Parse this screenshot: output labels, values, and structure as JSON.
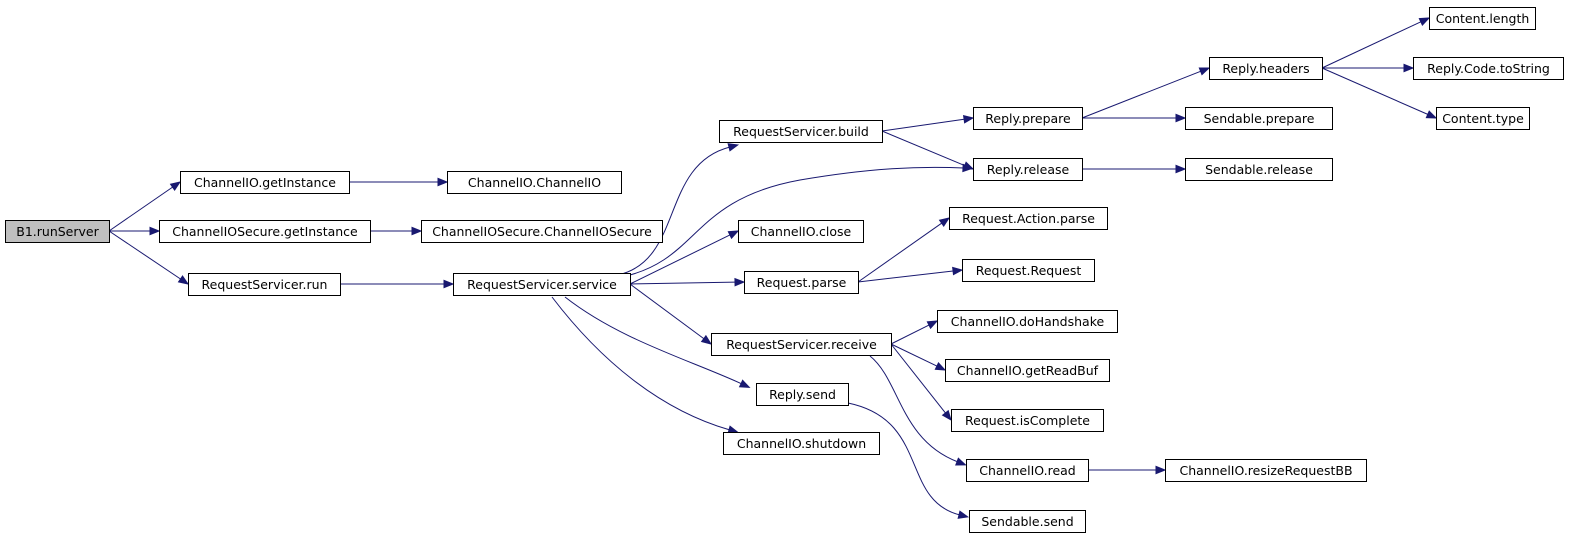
{
  "colors": {
    "edge": "#191970",
    "root_fill": "#bfbfbf",
    "node_fill": "#ffffff",
    "node_border": "#000000"
  },
  "root": "runServer",
  "nodes": [
    {
      "id": "runServer",
      "label": "B1.runServer"
    },
    {
      "id": "cioGetInstance",
      "label": "ChannelIO.getInstance"
    },
    {
      "id": "ciosGetInstance",
      "label": "ChannelIOSecure.getInstance"
    },
    {
      "id": "rsRun",
      "label": "RequestServicer.run"
    },
    {
      "id": "cioCtor",
      "label": "ChannelIO.ChannelIO"
    },
    {
      "id": "ciosCtor",
      "label": "ChannelIOSecure.ChannelIOSecure"
    },
    {
      "id": "rsService",
      "label": "RequestServicer.service"
    },
    {
      "id": "rsBuild",
      "label": "RequestServicer.build"
    },
    {
      "id": "cioClose",
      "label": "ChannelIO.close"
    },
    {
      "id": "reqParse",
      "label": "Request.parse"
    },
    {
      "id": "rsReceive",
      "label": "RequestServicer.receive"
    },
    {
      "id": "replySend",
      "label": "Reply.send"
    },
    {
      "id": "cioShutdown",
      "label": "ChannelIO.shutdown"
    },
    {
      "id": "replyPrepare",
      "label": "Reply.prepare"
    },
    {
      "id": "replyRelease",
      "label": "Reply.release"
    },
    {
      "id": "reqActionParse",
      "label": "Request.Action.parse"
    },
    {
      "id": "reqRequest",
      "label": "Request.Request"
    },
    {
      "id": "cioDoHandshake",
      "label": "ChannelIO.doHandshake"
    },
    {
      "id": "cioGetReadBuf",
      "label": "ChannelIO.getReadBuf"
    },
    {
      "id": "reqIsComplete",
      "label": "Request.isComplete"
    },
    {
      "id": "cioRead",
      "label": "ChannelIO.read"
    },
    {
      "id": "sendableSend",
      "label": "Sendable.send"
    },
    {
      "id": "replyHeaders",
      "label": "Reply.headers"
    },
    {
      "id": "sendablePrepare",
      "label": "Sendable.prepare"
    },
    {
      "id": "sendableRelease",
      "label": "Sendable.release"
    },
    {
      "id": "cioResizeRequestBB",
      "label": "ChannelIO.resizeRequestBB"
    },
    {
      "id": "contentLength",
      "label": "Content.length"
    },
    {
      "id": "replyCodeToString",
      "label": "Reply.Code.toString"
    },
    {
      "id": "contentType",
      "label": "Content.type"
    }
  ],
  "edges": [
    {
      "from": "runServer",
      "to": "cioGetInstance"
    },
    {
      "from": "runServer",
      "to": "ciosGetInstance"
    },
    {
      "from": "runServer",
      "to": "rsRun"
    },
    {
      "from": "cioGetInstance",
      "to": "cioCtor"
    },
    {
      "from": "ciosGetInstance",
      "to": "ciosCtor"
    },
    {
      "from": "rsRun",
      "to": "rsService"
    },
    {
      "from": "rsService",
      "to": "rsBuild"
    },
    {
      "from": "rsService",
      "to": "replyRelease"
    },
    {
      "from": "rsService",
      "to": "cioClose"
    },
    {
      "from": "rsService",
      "to": "reqParse"
    },
    {
      "from": "rsService",
      "to": "rsReceive"
    },
    {
      "from": "rsService",
      "to": "replySend"
    },
    {
      "from": "rsService",
      "to": "cioShutdown"
    },
    {
      "from": "rsBuild",
      "to": "replyPrepare"
    },
    {
      "from": "rsBuild",
      "to": "replyRelease"
    },
    {
      "from": "reqParse",
      "to": "reqActionParse"
    },
    {
      "from": "reqParse",
      "to": "reqRequest"
    },
    {
      "from": "rsReceive",
      "to": "cioDoHandshake"
    },
    {
      "from": "rsReceive",
      "to": "cioGetReadBuf"
    },
    {
      "from": "rsReceive",
      "to": "reqIsComplete"
    },
    {
      "from": "rsReceive",
      "to": "cioRead"
    },
    {
      "from": "replySend",
      "to": "sendableSend"
    },
    {
      "from": "replyPrepare",
      "to": "replyHeaders"
    },
    {
      "from": "replyPrepare",
      "to": "sendablePrepare"
    },
    {
      "from": "replyRelease",
      "to": "sendableRelease"
    },
    {
      "from": "cioRead",
      "to": "cioResizeRequestBB"
    },
    {
      "from": "replyHeaders",
      "to": "contentLength"
    },
    {
      "from": "replyHeaders",
      "to": "replyCodeToString"
    },
    {
      "from": "replyHeaders",
      "to": "contentType"
    }
  ]
}
